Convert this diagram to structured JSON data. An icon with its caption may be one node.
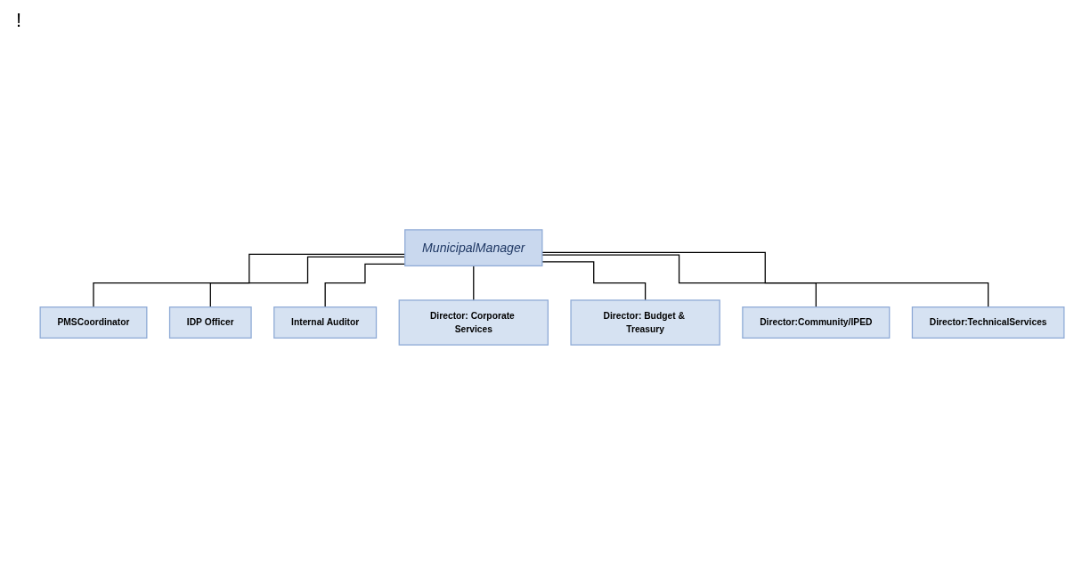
{
  "diagram": {
    "nodes": [
      {
        "text": [
          "MunicipalManager"
        ]
      },
      {
        "text": [
          "PMSCoordinator"
        ]
      },
      {
        "text": [
          "IDP Officer"
        ]
      },
      {
        "text": [
          "Internal Auditor"
        ]
      },
      {
        "text": [
          "Director: Corporate Services"
        ]
      },
      {
        "text": [
          "Director: Budget & Treasury"
        ]
      },
      {
        "text": [
          "Director:Community/IPED"
        ]
      },
      {
        "text": [
          "Director:TechnicalServices"
        ]
      }
    ],
    "edges": [
      {
        "from": 0,
        "to": 1,
        "arrow": "none"
      },
      {
        "from": 0,
        "to": 2,
        "arrow": "none"
      },
      {
        "from": 0,
        "to": 3,
        "arrow": "none"
      },
      {
        "from": 0,
        "to": 4,
        "arrow": "none"
      },
      {
        "from": 0,
        "to": 5,
        "arrow": "none"
      },
      {
        "from": 0,
        "to": 6,
        "arrow": "none"
      },
      {
        "from": 0,
        "to": 7,
        "arrow": "none"
      }
    ],
    "labels": [
      "!"
    ]
  }
}
